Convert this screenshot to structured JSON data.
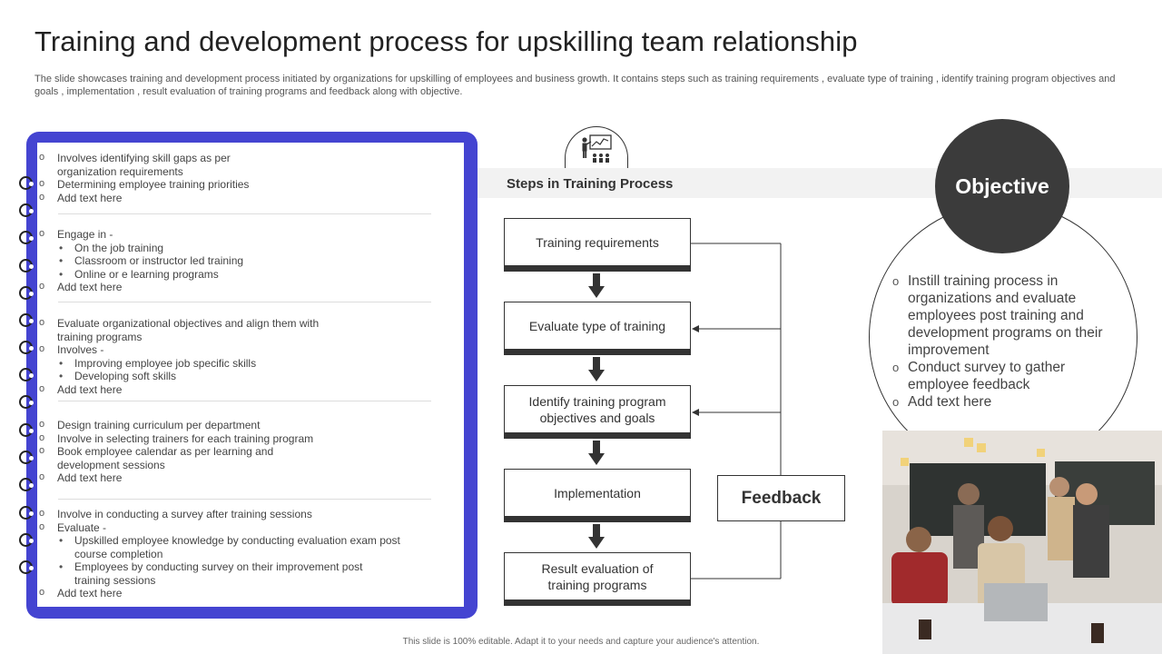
{
  "title": "Training and development process for upskilling team relationship",
  "subtitle": "The slide showcases training and development process initiated by organizations for upskilling of employees and business growth. It contains steps such as training requirements , evaluate type of training , identify training program objectives and goals , implementation , result evaluation of training programs and feedback along with objective.",
  "notebook": {
    "sections": [
      {
        "items": [
          {
            "level": 1,
            "text": "Involves identifying skill gaps as per"
          },
          {
            "level": 1,
            "text": "organization requirements",
            "cont": true
          },
          {
            "level": 1,
            "text": "Determining employee training priorities"
          },
          {
            "level": 1,
            "text": "Add text here"
          }
        ]
      },
      {
        "items": [
          {
            "level": 1,
            "text": "Engage in -"
          },
          {
            "level": 2,
            "text": "On the job training"
          },
          {
            "level": 2,
            "text": "Classroom or instructor led training"
          },
          {
            "level": 2,
            "text": "Online or e learning programs"
          },
          {
            "level": 1,
            "text": "Add text here"
          }
        ]
      },
      {
        "items": [
          {
            "level": 1,
            "text": "Evaluate organizational objectives and align them with"
          },
          {
            "level": 1,
            "text": "training programs",
            "cont": true
          },
          {
            "level": 1,
            "text": "Involves -"
          },
          {
            "level": 2,
            "text": "Improving employee job specific skills"
          },
          {
            "level": 2,
            "text": "Developing soft skills"
          },
          {
            "level": 1,
            "text": "Add text here"
          }
        ]
      },
      {
        "items": [
          {
            "level": 1,
            "text": "Design training curriculum per department"
          },
          {
            "level": 1,
            "text": "Involve in selecting trainers for each training program"
          },
          {
            "level": 1,
            "text": "Book employee calendar as per learning and"
          },
          {
            "level": 1,
            "text": "development sessions",
            "cont": true
          },
          {
            "level": 1,
            "text": "Add text here"
          }
        ]
      },
      {
        "items": [
          {
            "level": 1,
            "text": "Involve in conducting a survey after training sessions"
          },
          {
            "level": 1,
            "text": "Evaluate -"
          },
          {
            "level": 2,
            "text": "Upskilled employee knowledge by conducting evaluation exam post"
          },
          {
            "level": 2,
            "text": "course completion",
            "cont": true
          },
          {
            "level": 2,
            "text": "Employees by conducting survey on their improvement post"
          },
          {
            "level": 2,
            "text": "training sessions",
            "cont": true
          },
          {
            "level": 1,
            "text": "Add text here"
          }
        ]
      }
    ]
  },
  "process": {
    "heading": "Steps in Training Process",
    "steps": [
      {
        "label": "Training requirements"
      },
      {
        "label": "Evaluate type of training"
      },
      {
        "label": "Identify training program objectives and goals"
      },
      {
        "label": "Implementation"
      },
      {
        "label": "Result evaluation of training programs"
      }
    ],
    "feedback_label": "Feedback"
  },
  "objective": {
    "title": "Objective",
    "items": [
      "Instill training process in organizations and evaluate employees post training and development programs on their improvement",
      "Conduct survey to gather employee feedback",
      "Add text here"
    ]
  },
  "footer": "This slide is 100% editable.  Adapt it to your needs and capture your audience's attention.",
  "colors": {
    "notebook_accent": "#4444d1",
    "dark": "#3b3b3b",
    "band": "#f2f2f2"
  },
  "icons": {
    "training_icon": "presentation-board-icon",
    "ring_icon": "binder-ring-icon",
    "arrow_icon": "arrow-down-icon"
  }
}
